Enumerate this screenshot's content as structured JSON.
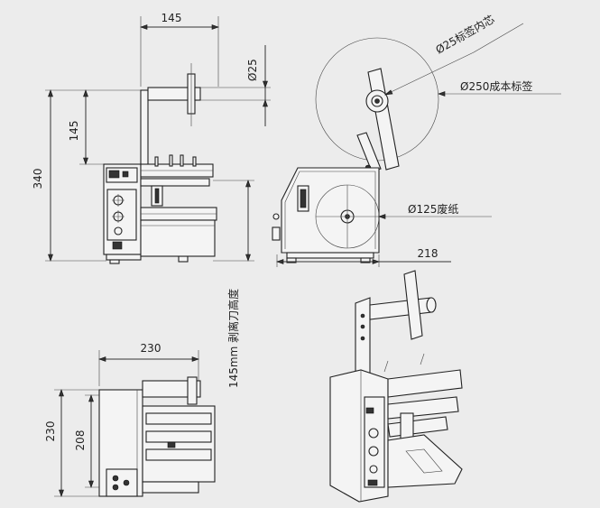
{
  "dimensions": {
    "top_width": "145",
    "shaft_dia": "Ø25",
    "core_dia": "Ø25标签内芯",
    "label_dia": "Ø250成本标签",
    "total_height": "340",
    "upper_height": "145",
    "waste_dia": "Ø125废纸",
    "side_depth": "218",
    "peel_height": "145mm 剥离刀高度",
    "bottom_width": "230",
    "bottom_depth_outer": "230",
    "bottom_depth_inner": "208"
  },
  "colors": {
    "background": "#ececec",
    "line": "#333333"
  }
}
